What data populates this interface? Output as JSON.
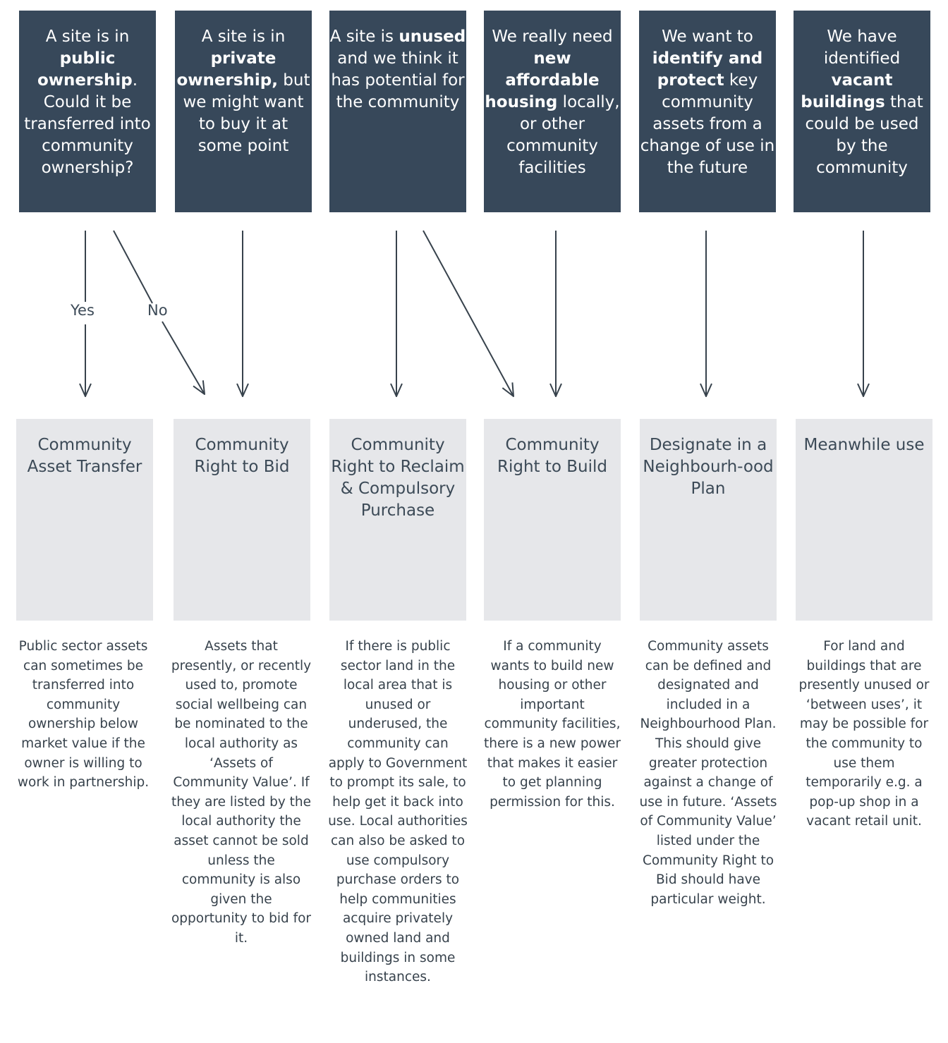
{
  "scenarios": [
    {
      "segments": [
        {
          "t": "A site is in ",
          "b": false
        },
        {
          "t": "public ownership",
          "b": true
        },
        {
          "t": ". Could it be transferred into community ownership?",
          "b": false
        }
      ]
    },
    {
      "segments": [
        {
          "t": "A site is in ",
          "b": false
        },
        {
          "t": "private ownership,",
          "b": true
        },
        {
          "t": " but we might want to buy it at some point",
          "b": false
        }
      ]
    },
    {
      "segments": [
        {
          "t": "A site is ",
          "b": false
        },
        {
          "t": "unused",
          "b": true
        },
        {
          "t": " and we think it has potential for the community",
          "b": false
        }
      ]
    },
    {
      "segments": [
        {
          "t": "We really need ",
          "b": false
        },
        {
          "t": "new affordable housing",
          "b": true
        },
        {
          "t": " locally, or other community facilities",
          "b": false
        }
      ]
    },
    {
      "segments": [
        {
          "t": "We want to ",
          "b": false
        },
        {
          "t": "identify and protect",
          "b": true
        },
        {
          "t": " key community assets from a change of use in the future",
          "b": false
        }
      ]
    },
    {
      "segments": [
        {
          "t": "We have identified ",
          "b": false
        },
        {
          "t": "vacant buildings",
          "b": true
        },
        {
          "t": " that could be used by the community",
          "b": false
        }
      ]
    }
  ],
  "branch_labels": {
    "yes": "Yes",
    "no": "No"
  },
  "options": [
    {
      "title": "Community Asset Transfer",
      "description": "Public sector assets can sometimes be transferred into community ownership below market value if the owner is willing to work in partnership."
    },
    {
      "title": "Community Right to Bid",
      "description": "Assets that presently, or recently used to, promote social wellbeing can be nominated to the local authority as ‘Assets of Community Value’. If they are listed by the local authority the asset cannot be sold unless the community is also given the opportunity to bid for it."
    },
    {
      "title": "Community Right to Reclaim & Compulsory Purchase",
      "description": "If there is public sector land in the local area that is unused or underused, the community can apply to Government to prompt its sale, to help get it back into use. Local authorities can also be asked to use compulsory purchase orders to help communities acquire privately owned land and buildings in some instances."
    },
    {
      "title": "Community Right to Build",
      "description": "If a community wants to build new housing or other important community facilities, there is a new power that makes it easier to get planning permission for this."
    },
    {
      "title": "Designate in a Neighbourh-ood Plan",
      "description": "Community assets can be defined and designated and included in a Neighbourhood Plan. This should give greater protection against a change of use in future. ‘Assets of Community Value’ listed under the Community Right to Bid should have particular weight."
    },
    {
      "title": "Meanwhile use",
      "description": "For land and buildings that are presently unused or ‘between uses’, it may be possible for the community to use them temporarily e.g. a pop-up shop in a vacant retail unit."
    }
  ],
  "colors": {
    "scenario_bg": "#37485a",
    "option_bg": "#e6e7ea",
    "arrow": "#37424c",
    "text_dark": "#3c4a57"
  }
}
